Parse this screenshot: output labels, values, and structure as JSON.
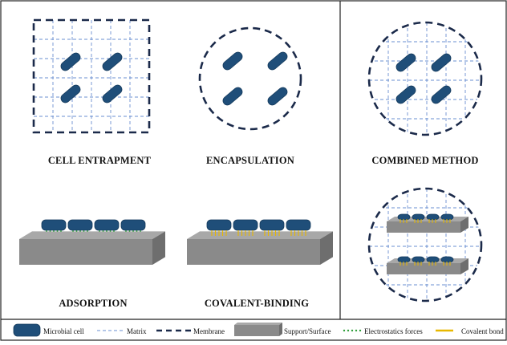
{
  "panels": {
    "cell_entrapment": "CELL ENTRAPMENT",
    "encapsulation": "ENCAPSULATION",
    "combined_method": "COMBINED METHOD",
    "adsorption": "ADSORPTION",
    "covalent_binding": "COVALENT-BINDING"
  },
  "legend": {
    "microbial_cell": "Microbial cell",
    "matrix": "Matrix",
    "membrane": "Membrane",
    "support_surface": "Support/Surface",
    "electrostatic_forces": "Electrostatics forces",
    "covalent_bond": "Covalent bond"
  },
  "colors": {
    "cell_fill": "#1f4e79",
    "cell_stroke": "#153a5c",
    "matrix": "#6a8fd0",
    "membrane": "#1b2a4a",
    "support_top": "#a8a8a8",
    "support_front": "#8a8a8a",
    "support_side": "#6e6e6e",
    "electrostatic": "#2e9e3a",
    "covalent": "#e8b800",
    "frame": "#222222"
  }
}
